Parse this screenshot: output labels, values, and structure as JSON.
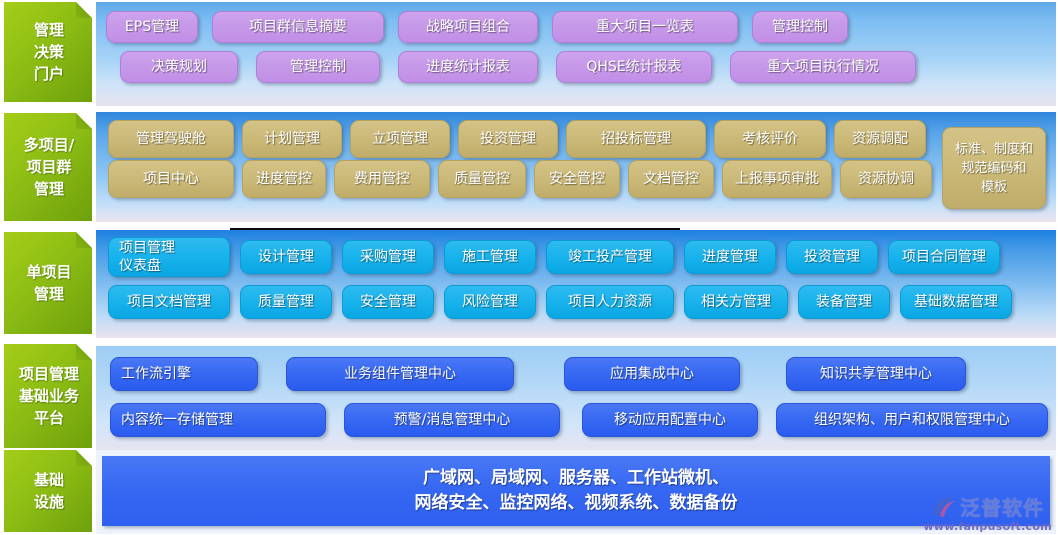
{
  "logo": {
    "brand": "泛普软件",
    "url": "www.fanpusoft.com",
    "mark_icon": "fanpu-swoosh-icon"
  },
  "sections": [
    {
      "id": "decision-portal",
      "tab_label": "管理\n决策\n门户",
      "button_style": "purple",
      "rows": [
        [
          "EPS管理",
          "项目群信息摘要",
          "战略项目组合",
          "重大项目一览表",
          "管理控制"
        ],
        [
          "决策规划",
          "管理控制",
          "进度统计报表",
          "QHSE统计报表",
          "重大项目执行情况"
        ]
      ]
    },
    {
      "id": "multi-project",
      "tab_label": "多项目/\n项目群\n管理",
      "button_style": "khaki",
      "rows": [
        [
          "管理驾驶舱",
          "计划管理",
          "立项管理",
          "投资管理",
          "招投标管理",
          "考核评价",
          "资源调配"
        ],
        [
          "项目中心",
          "进度管控",
          "费用管控",
          "质量管控",
          "安全管控",
          "文档管控",
          "上报事项审批",
          "资源协调"
        ]
      ],
      "tall_button": "标准、制度和\n规范编码和\n模板"
    },
    {
      "id": "single-project",
      "tab_label": "单项目\n管理",
      "button_style": "cyan",
      "rows": [
        [
          "项目管理\n仪表盘",
          "设计管理",
          "采购管理",
          "施工管理",
          "竣工投产管理",
          "进度管理",
          "投资管理",
          "项目合同管理"
        ],
        [
          "项目文档管理",
          "质量管理",
          "安全管理",
          "风险管理",
          "项目人力资源",
          "相关方管理",
          "装备管理",
          "基础数据管理"
        ]
      ]
    },
    {
      "id": "platform",
      "tab_label": "项目管理\n基础业务\n平台",
      "button_style": "blue",
      "rows": [
        [
          "工作流引擎",
          "业务组件管理中心",
          "应用集成中心",
          "知识共享管理中心"
        ],
        [
          "内容统一存储管理",
          "预警/消息管理中心",
          "移动应用配置中心",
          "组织架构、用户和权限管理中心"
        ]
      ]
    },
    {
      "id": "infrastructure",
      "tab_label": "基础\n设施",
      "button_style": "infra",
      "infra_text": "广域网、局域网、服务器、工作站微机、\n网络安全、监控网络、视频系统、数据备份"
    }
  ],
  "colors": {
    "green_tab": "#8dbd14",
    "purple_button": "#c79ae9",
    "khaki_button": "#cab877",
    "cyan_button": "#18b2ec",
    "blue_button": "#3668f2",
    "panel_sky": "#a6d3f7",
    "watermark": "#6d7fd4"
  }
}
